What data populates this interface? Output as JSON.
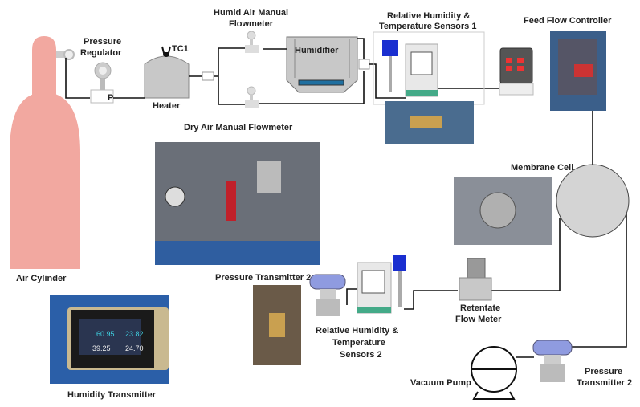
{
  "labels": {
    "air_cylinder": "Air Cylinder",
    "pressure_regulator": [
      "Pressure",
      "Regulator"
    ],
    "regulator_port": "P",
    "heater": "Heater",
    "tc1": "TC1",
    "humid_flowmeter": [
      "Humid Air Manual",
      "Flowmeter"
    ],
    "humidifier": "Humidifier",
    "dry_flowmeter": "Dry Air Manual Flowmeter",
    "rh_sensors_1": [
      "Relative Humidity &",
      "Temperature Sensors 1"
    ],
    "feed_flow_controller": "Feed Flow Controller",
    "membrane_cell": "Membrane Cell",
    "pressure_transmitter_2_left": "Pressure Transmitter 2",
    "rh_sensors_2": [
      "Relative Humidity &",
      "Temperature",
      "Sensors 2"
    ],
    "retentate_flow_meter": [
      "Retentate",
      "Flow Meter"
    ],
    "pressure_transmitter_2_right": [
      "Pressure",
      "Transmitter 2"
    ],
    "vacuum_pump": "Vacuum Pump",
    "humidity_transmitter": "Humidity Transmitter"
  },
  "humidity_display": {
    "values": [
      "60.95",
      "23.82",
      "39.25",
      "24.70"
    ]
  },
  "colors": {
    "cylinder": "#f2a8a0",
    "equipment_gray": "#c8c8c8",
    "sensor_blue": "#1a2fd0",
    "display_cyan": "#3fd0e0"
  }
}
